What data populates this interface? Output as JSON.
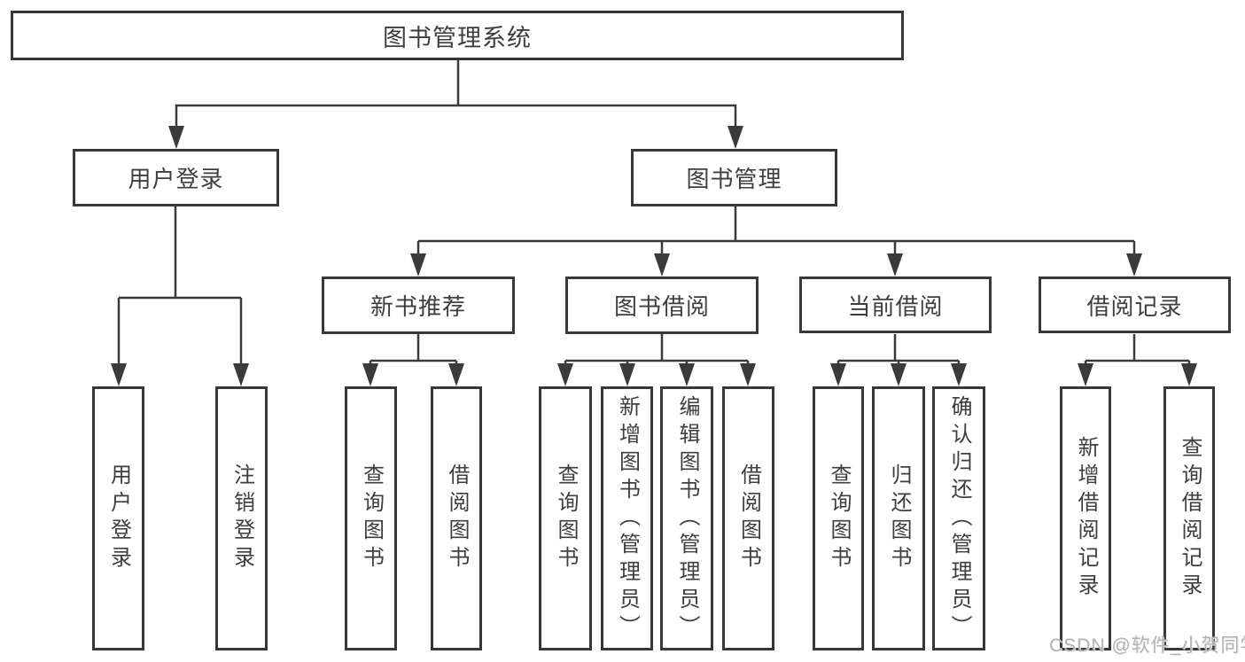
{
  "diagram": {
    "type": "hierarchy-diagram",
    "tree": {
      "root": {
        "label": "图书管理系统"
      },
      "branches": [
        {
          "label": "用户登录",
          "children": [
            {
              "label": "用户登录"
            },
            {
              "label": "注销登录"
            }
          ]
        },
        {
          "label": "图书管理",
          "children": [
            {
              "label": "新书推荐",
              "children": [
                {
                  "label": "查询图书"
                },
                {
                  "label": "借阅图书"
                }
              ]
            },
            {
              "label": "图书借阅",
              "children": [
                {
                  "label": "查询图书"
                },
                {
                  "label": "新增图书（管理员）"
                },
                {
                  "label": "编辑图书（管理员）"
                },
                {
                  "label": "借阅图书"
                }
              ]
            },
            {
              "label": "当前借阅",
              "children": [
                {
                  "label": "查询图书"
                },
                {
                  "label": "归还图书"
                },
                {
                  "label": "确认归还（管理员）"
                }
              ]
            },
            {
              "label": "借阅记录",
              "children": [
                {
                  "label": "新增借阅记录"
                },
                {
                  "label": "查询借阅记录"
                }
              ]
            }
          ]
        }
      ]
    }
  },
  "watermark": {
    "text": "CSDN @软件_小贺同学"
  },
  "colors": {
    "background": "#ffffff",
    "line": "#3b3b3b",
    "box_border": "#383838",
    "text": "#3e3e3e",
    "watermark": "#b3b3b3"
  }
}
